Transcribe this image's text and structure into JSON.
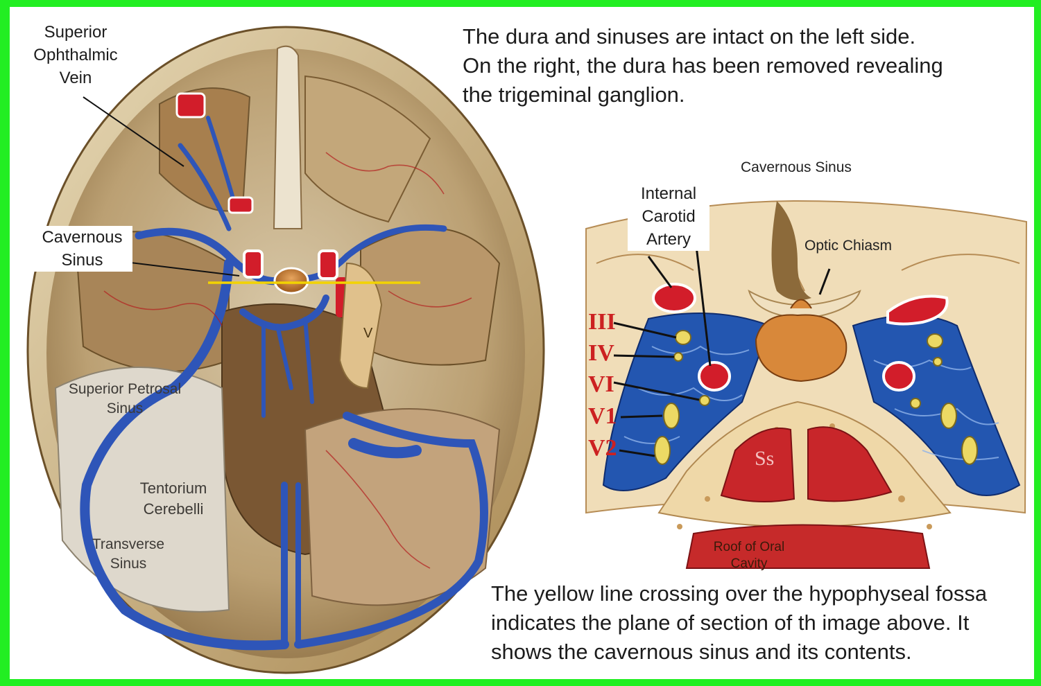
{
  "colors": {
    "frame": "#22ee22",
    "section_line": "#f2d300",
    "vein": "#2e55b8",
    "artery": "#d21d2a",
    "nerve": "#ecd964",
    "label_roman": "#cc2121"
  },
  "top_caption": [
    "The dura and sinuses are intact on the left side.",
    "On the right, the dura has been removed revealing",
    "the trigeminal ganglion."
  ],
  "bottom_caption": [
    "The yellow line crossing over the hypophyseal fossa",
    "indicates the plane of section of th image above. It",
    "shows the cavernous sinus and its contents."
  ],
  "skull_labels": {
    "superior_ophthalmic_vein": [
      "Superior",
      "Ophthalmic",
      "Vein"
    ],
    "cavernous_sinus": [
      "Cavernous",
      "Sinus"
    ],
    "trigeminal_v": "V",
    "superior_petrosal_sinus": [
      "Superior Petrosal",
      "Sinus"
    ],
    "tentorium_cerebelli": [
      "Tentorium",
      "Cerebelli"
    ],
    "transverse_sinus": [
      "Transverse",
      "Sinus"
    ]
  },
  "section_labels": {
    "title": "Cavernous Sinus",
    "internal_carotid_artery": [
      "Internal",
      "Carotid",
      "Artery"
    ],
    "optic_chiasm": "Optic Chiasm",
    "nerves": [
      "III",
      "IV",
      "VI",
      "V1",
      "V2"
    ],
    "sphenoid_sinus": "Ss",
    "roof_of_oral_cavity": [
      "Roof of Oral",
      "Cavity"
    ]
  }
}
